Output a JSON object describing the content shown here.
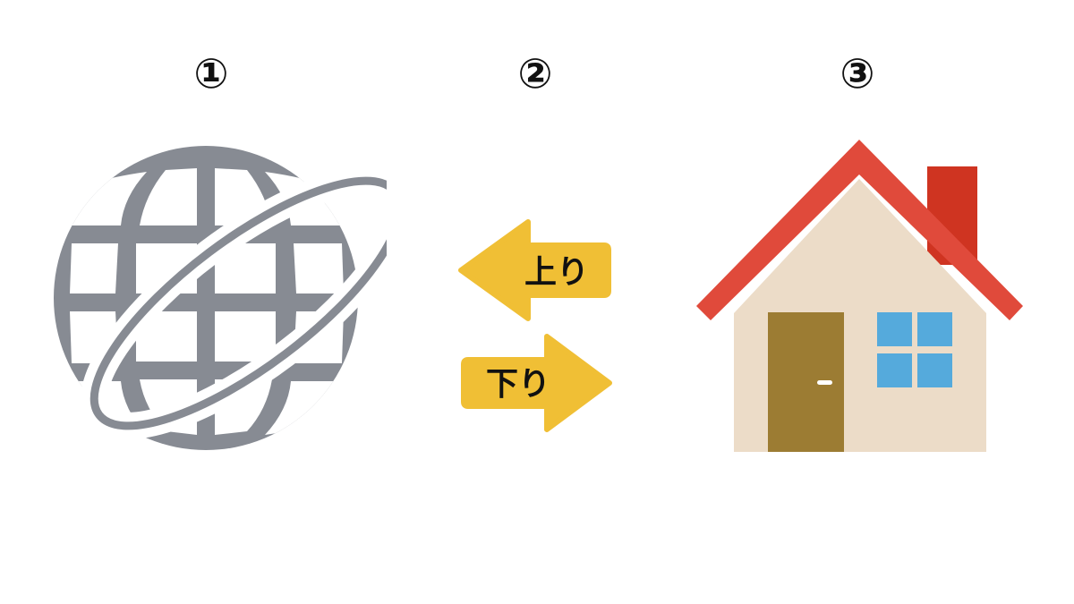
{
  "steps": [
    {
      "number": "①",
      "icon": "globe-icon"
    },
    {
      "number": "②",
      "icon": "transfer-arrows-icon"
    },
    {
      "number": "③",
      "icon": "house-icon"
    }
  ],
  "arrows": {
    "upload_label": "上り",
    "download_label": "下り"
  },
  "colors": {
    "globe": "#878b93",
    "arrow": "#f0bf35",
    "roof": "#e04a3b",
    "chimney": "#cf3421",
    "wall": "#ecdcc8",
    "door": "#9c7c33",
    "window": "#55aadc"
  }
}
